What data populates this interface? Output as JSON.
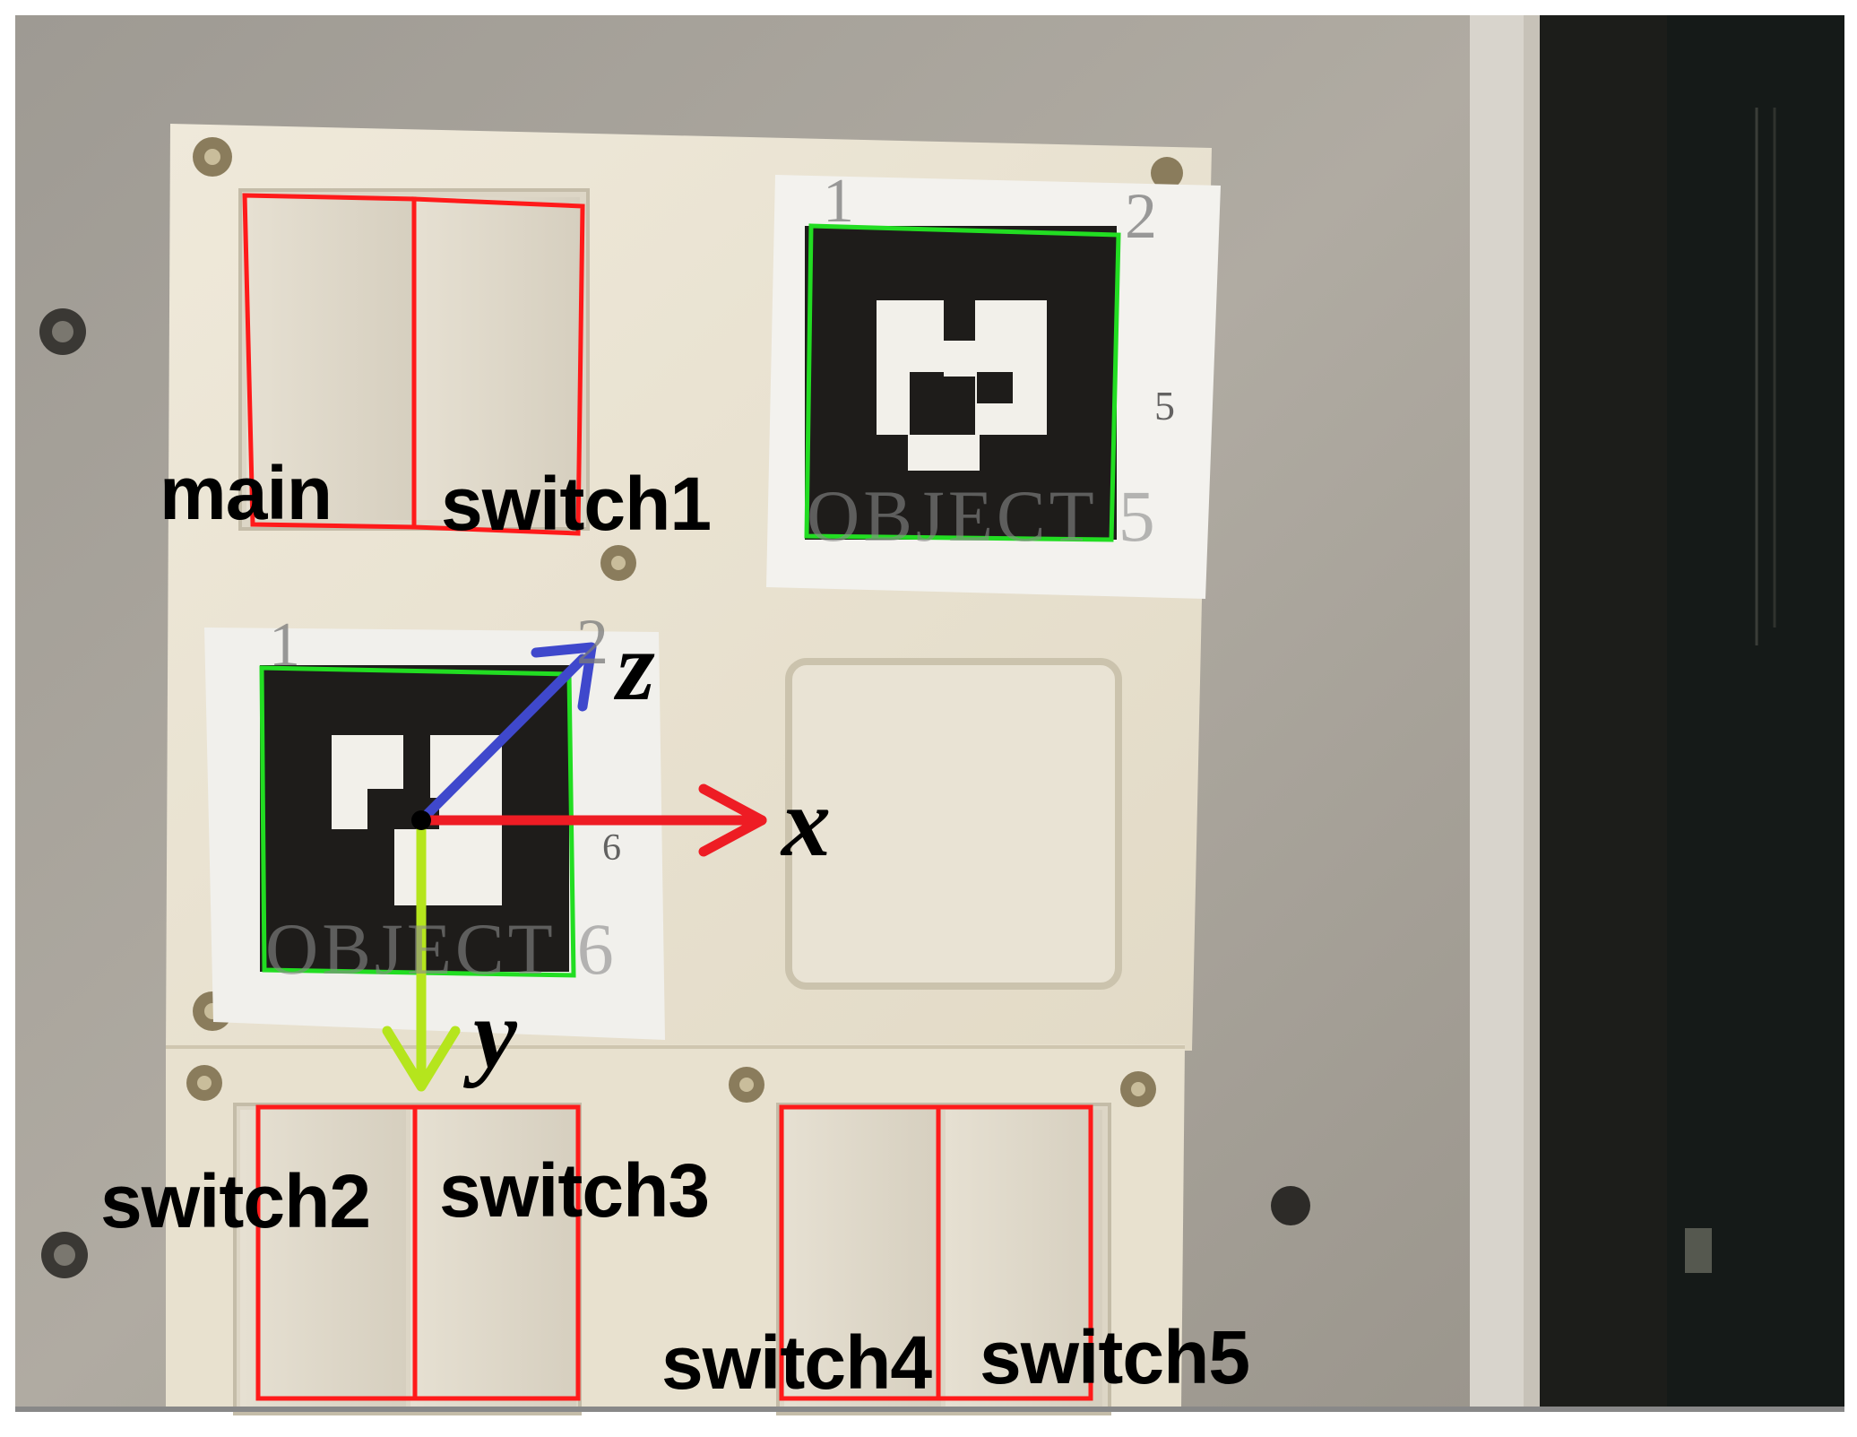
{
  "labels": {
    "main": "main",
    "switch1": "switch1",
    "switch2": "switch2",
    "switch3": "switch3",
    "switch4": "switch4",
    "switch5": "switch5"
  },
  "axes": {
    "x": "x",
    "y": "y",
    "z": "z",
    "x_color": "#ee1c24",
    "y_color": "#b5e51d",
    "z_color": "#3f48cc"
  },
  "markers": {
    "top": {
      "corner_1": "1",
      "corner_2": "2",
      "side": "5",
      "caption": "OBJECT 5"
    },
    "bottom": {
      "corner_1": "1",
      "corner_2": "2",
      "side": "6",
      "caption": "OBJECT 6"
    }
  },
  "colors": {
    "switch_box": "#ff1a1a",
    "marker_box": "#22dd22",
    "wall": "#a8a39b",
    "panel": "#ece6d6"
  }
}
